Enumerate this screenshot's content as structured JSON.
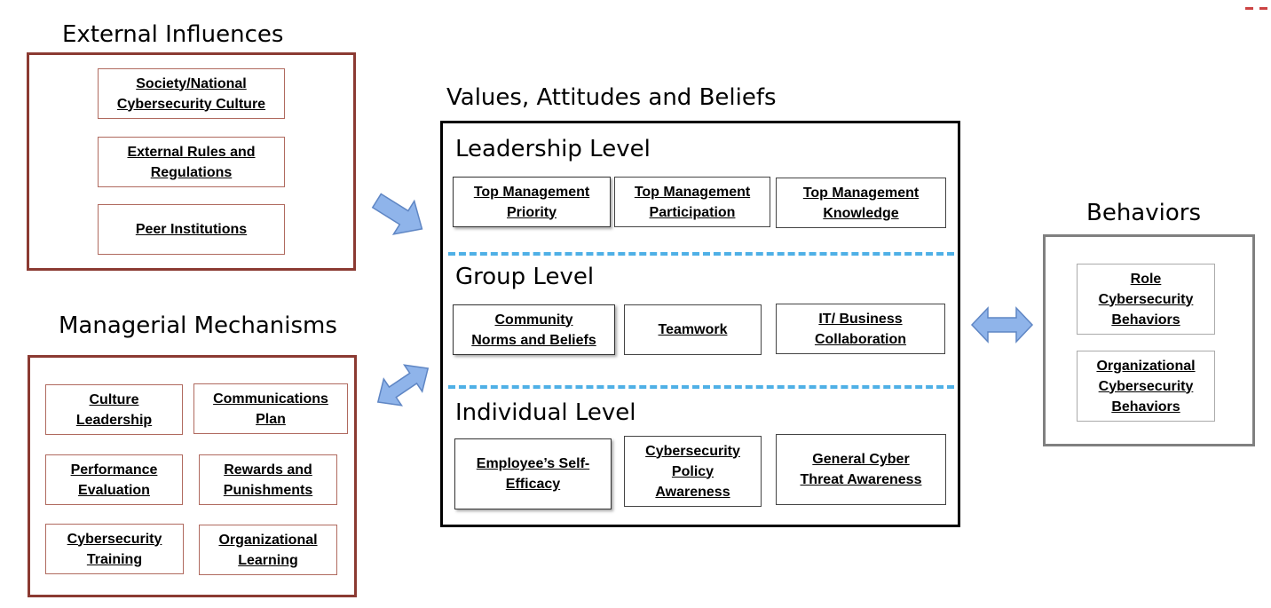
{
  "external": {
    "title": "External Influences",
    "items": [
      "Society/National\nCybersecurity Culture",
      "External Rules and\nRegulations",
      "Peer Institutions"
    ]
  },
  "managerial": {
    "title": "Managerial Mechanisms",
    "items": [
      "Culture\nLeadership",
      "Communications\nPlan",
      "Performance\nEvaluation",
      "Rewards and\nPunishments",
      "Cybersecurity\nTraining",
      "Organizational\nLearning"
    ]
  },
  "values": {
    "title": "Values, Attitudes and Beliefs",
    "leadership": {
      "title": "Leadership Level",
      "items": [
        "Top Management\nPriority",
        "Top Management\nParticipation",
        "Top Management\nKnowledge"
      ]
    },
    "group": {
      "title": "Group Level",
      "items": [
        "Community\nNorms and Beliefs",
        "Teamwork",
        "IT/ Business\nCollaboration"
      ]
    },
    "individual": {
      "title": "Individual Level",
      "items": [
        "Employee’s Self-\nEfficacy",
        "Cybersecurity\nPolicy\nAwareness",
        "General Cyber\nThreat Awareness"
      ]
    }
  },
  "behaviors": {
    "title": "Behaviors",
    "items": [
      "Role\nCybersecurity\nBehaviors",
      "Organizational\nCybersecurity\nBehaviors"
    ]
  },
  "colors": {
    "group_border_red": "#8b3a32",
    "arrow_fill": "#8fb4ea",
    "dash_line": "#4fb0e6"
  }
}
